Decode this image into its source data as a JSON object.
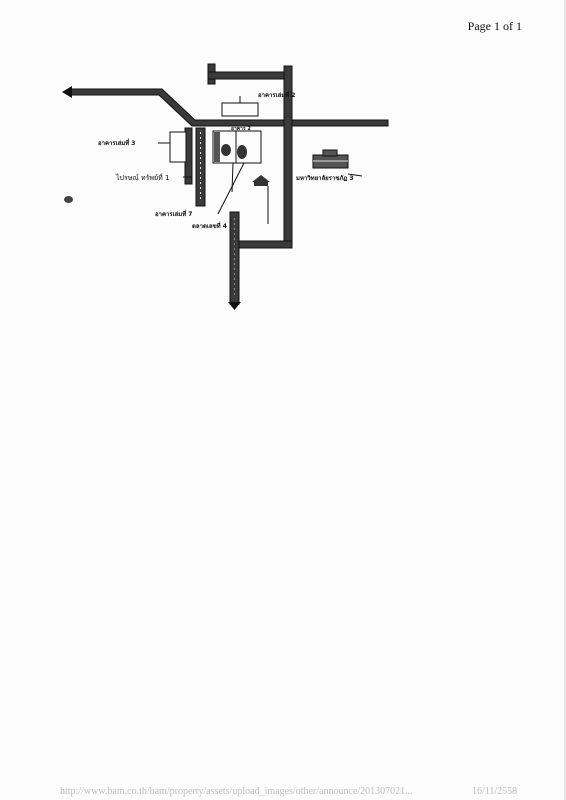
{
  "page": {
    "page_number": "Page 1 of 1",
    "footer_url": "http://www.bam.co.th/bam/property/assets/upload_images/other/announce/201307021...",
    "footer_date": "16/11/2558"
  },
  "map": {
    "colors": {
      "road": "#3a3a3a",
      "road_edge": "#111111",
      "ink": "#111111",
      "paper": "#fcfcfc"
    },
    "labels": {
      "village_top": "อาคารเล่มที่ 2",
      "village_left": "อาคารเล่มที่ 3",
      "building_center": "อาคาร 2",
      "office_1": "ไปรษณ์ ทรัพย์ที่ 1",
      "village_bottom": "อาคารเล่มที่ 7",
      "market": "ตลาดเลขที่ 4",
      "university": "มหาวิทยาลัยราชภัฏ 3"
    },
    "icons": [
      "arrow-left-icon",
      "arrow-down-icon",
      "building-icon",
      "house-icon"
    ]
  }
}
